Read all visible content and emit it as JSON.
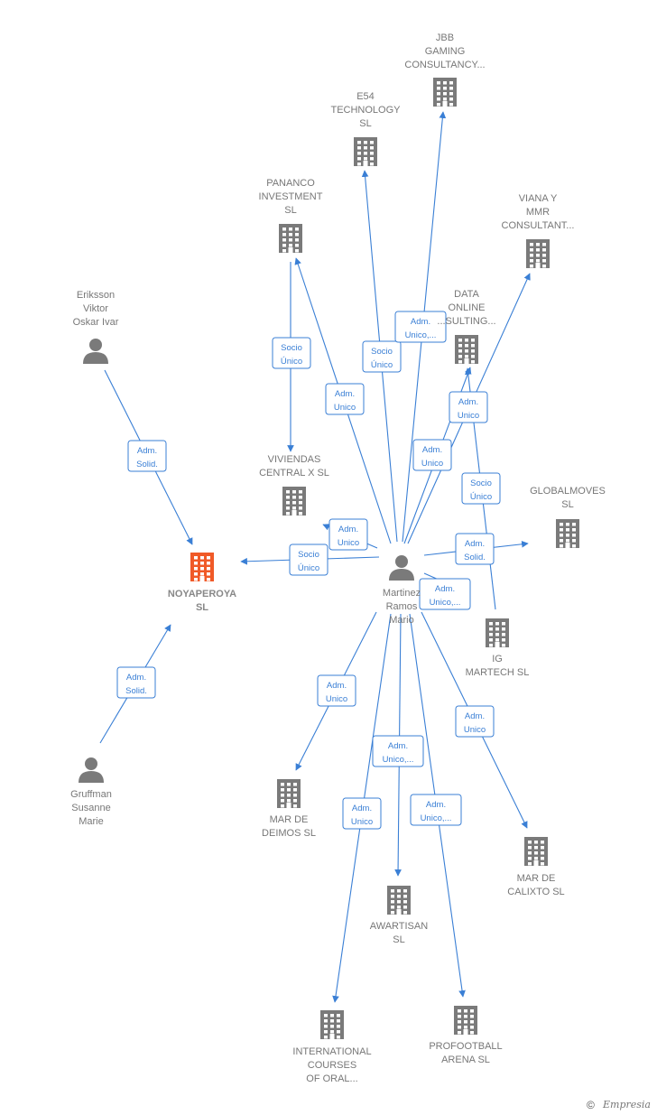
{
  "colors": {
    "edge": "#3a7fd5",
    "building": "#7a7a7a",
    "focus": "#f05a28",
    "person": "#7a7a7a"
  },
  "nodes": [
    {
      "id": "noyaperoya",
      "kind": "company",
      "focus": true,
      "lines": [
        "NOYAPEROYA",
        "SL"
      ]
    },
    {
      "id": "martinez",
      "kind": "person",
      "lines": [
        "Martinez",
        "Ramos",
        "Mario"
      ]
    },
    {
      "id": "eriksson",
      "kind": "person",
      "lines": [
        "Eriksson",
        "Viktor",
        "Oskar Ivar"
      ]
    },
    {
      "id": "gruffman",
      "kind": "person",
      "lines": [
        "Gruffman",
        "Susanne",
        "Marie"
      ]
    },
    {
      "id": "jbb",
      "kind": "company",
      "lines": [
        "JBB",
        "GAMING",
        "CONSULTANCY..."
      ]
    },
    {
      "id": "e54",
      "kind": "company",
      "lines": [
        "E54",
        "TECHNOLOGY",
        "SL"
      ]
    },
    {
      "id": "pananco",
      "kind": "company",
      "lines": [
        "PANANCO",
        "INVESTMENT",
        "SL"
      ]
    },
    {
      "id": "viana",
      "kind": "company",
      "lines": [
        "VIANA Y",
        "MMR",
        "CONSULTANT..."
      ]
    },
    {
      "id": "dataonline",
      "kind": "company",
      "lines": [
        "DATA",
        "ONLINE",
        "...SULTING..."
      ]
    },
    {
      "id": "viviendas",
      "kind": "company",
      "lines": [
        "VIVIENDAS",
        "CENTRAL X  SL"
      ]
    },
    {
      "id": "globalmoves",
      "kind": "company",
      "lines": [
        "GLOBALMOVES",
        "SL"
      ]
    },
    {
      "id": "igmartech",
      "kind": "company",
      "lines": [
        "IG",
        "MARTECH  SL"
      ]
    },
    {
      "id": "mardeimos",
      "kind": "company",
      "lines": [
        "MAR DE",
        "DEIMOS  SL"
      ]
    },
    {
      "id": "marcalixto",
      "kind": "company",
      "lines": [
        "MAR DE",
        "CALIXTO SL"
      ]
    },
    {
      "id": "awartisan",
      "kind": "company",
      "lines": [
        "AWARTISAN",
        "SL"
      ]
    },
    {
      "id": "international",
      "kind": "company",
      "lines": [
        "INTERNATIONAL",
        "COURSES",
        "OF ORAL..."
      ]
    },
    {
      "id": "profootball",
      "kind": "company",
      "lines": [
        "PROFOOTBALL",
        "ARENA  SL"
      ]
    }
  ],
  "edges": [
    {
      "from": "eriksson",
      "to": "noyaperoya",
      "tag": [
        "Adm.",
        "Solid."
      ]
    },
    {
      "from": "gruffman",
      "to": "noyaperoya",
      "tag": [
        "Adm.",
        "Solid."
      ]
    },
    {
      "from": "martinez",
      "to": "noyaperoya",
      "tag": [
        "Socio",
        "Único"
      ]
    },
    {
      "from": "martinez",
      "to": "viviendas",
      "tag": [
        "Adm.",
        "Unico"
      ]
    },
    {
      "from": "pananco",
      "to": "viviendas",
      "tag": [
        "Socio",
        "Único"
      ]
    },
    {
      "from": "martinez",
      "to": "pananco",
      "tag": [
        "Adm.",
        "Unico"
      ]
    },
    {
      "from": "martinez",
      "to": "e54",
      "tag": [
        "Socio",
        "Único"
      ]
    },
    {
      "from": "martinez",
      "to": "jbb",
      "tag": [
        "Adm.",
        "Unico,..."
      ]
    },
    {
      "from": "martinez",
      "to": "viana",
      "tag": [
        "Adm.",
        "Unico"
      ]
    },
    {
      "from": "martinez",
      "to": "dataonline",
      "tag": [
        "Adm.",
        "Unico"
      ]
    },
    {
      "from": "igmartech",
      "to": "dataonline",
      "tag": [
        "Socio",
        "Único"
      ]
    },
    {
      "from": "martinez",
      "to": "globalmoves",
      "tag": [
        "Adm.",
        "Solid."
      ]
    },
    {
      "from": "martinez",
      "to": "igmartech",
      "tag": [
        "Adm.",
        "Unico,..."
      ]
    },
    {
      "from": "martinez",
      "to": "mardeimos",
      "tag": [
        "Adm.",
        "Unico"
      ]
    },
    {
      "from": "martinez",
      "to": "marcalixto",
      "tag": [
        "Adm.",
        "Unico"
      ]
    },
    {
      "from": "martinez",
      "to": "awartisan",
      "tag": [
        "Adm.",
        "Unico,..."
      ]
    },
    {
      "from": "martinez",
      "to": "international",
      "tag": [
        "Adm.",
        "Unico"
      ]
    },
    {
      "from": "martinez",
      "to": "profootball",
      "tag": [
        "Adm.",
        "Unico,..."
      ]
    }
  ],
  "footer": {
    "copyright": "©",
    "brand": "Empresia"
  }
}
